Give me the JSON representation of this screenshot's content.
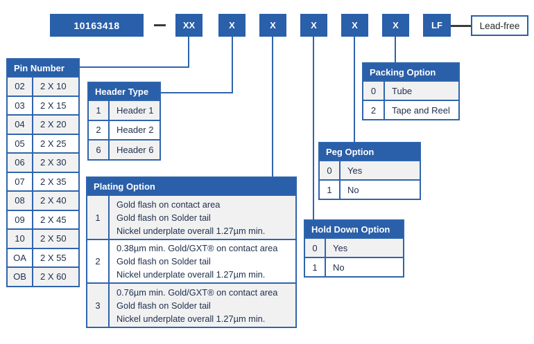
{
  "top_row": {
    "part_number": "10163418",
    "separator_note": "dash",
    "fields": [
      "XX",
      "X",
      "X",
      "X",
      "X",
      "X"
    ],
    "suffix": "LF",
    "lead_free_label": "Lead-free"
  },
  "colors": {
    "accent_blue": "#2a5fa9",
    "border_blue": "#2f64ad",
    "row_gray": "#f1f1f2",
    "cell_text": "#20304d",
    "dark_line": "#3a3a3a"
  },
  "tables": {
    "pin_number": {
      "title": "Pin Number",
      "rows": [
        {
          "code": "02",
          "size": "2 X 10"
        },
        {
          "code": "03",
          "size": "2 X 15"
        },
        {
          "code": "04",
          "size": "2 X 20"
        },
        {
          "code": "05",
          "size": "2 X 25"
        },
        {
          "code": "06",
          "size": "2 X 30"
        },
        {
          "code": "07",
          "size": "2 X 35"
        },
        {
          "code": "08",
          "size": "2 X 40"
        },
        {
          "code": "09",
          "size": "2 X 45"
        },
        {
          "code": "10",
          "size": "2 X 50"
        },
        {
          "code": "OA",
          "size": "2 X 55"
        },
        {
          "code": "OB",
          "size": "2 X 60"
        }
      ]
    },
    "header_type": {
      "title": "Header Type",
      "rows": [
        {
          "code": "1",
          "label": "Header 1"
        },
        {
          "code": "2",
          "label": "Header 2"
        },
        {
          "code": "6",
          "label": "Header 6"
        }
      ]
    },
    "plating": {
      "title": "Plating Option",
      "rows": [
        {
          "code": "1",
          "lines": [
            "Gold flash on contact area",
            "Gold flash on Solder tail",
            "Nickel underplate overall 1.27µm min."
          ]
        },
        {
          "code": "2",
          "lines": [
            "0.38µm min. Gold/GXT® on contact area",
            "Gold flash on Solder tail",
            "Nickel underplate overall 1.27µm min."
          ]
        },
        {
          "code": "3",
          "lines": [
            "0.76µm min. Gold/GXT® on contact area",
            "Gold flash on Solder tail",
            "Nickel underplate overall 1.27µm min."
          ]
        }
      ]
    },
    "hold_down": {
      "title": "Hold Down Option",
      "rows": [
        {
          "code": "0",
          "label": "Yes"
        },
        {
          "code": "1",
          "label": "No"
        }
      ]
    },
    "peg": {
      "title": "Peg Option",
      "rows": [
        {
          "code": "0",
          "label": "Yes"
        },
        {
          "code": "1",
          "label": "No"
        }
      ]
    },
    "packing": {
      "title": "Packing Option",
      "rows": [
        {
          "code": "0",
          "label": "Tube"
        },
        {
          "code": "2",
          "label": "Tape and Reel"
        }
      ]
    }
  }
}
